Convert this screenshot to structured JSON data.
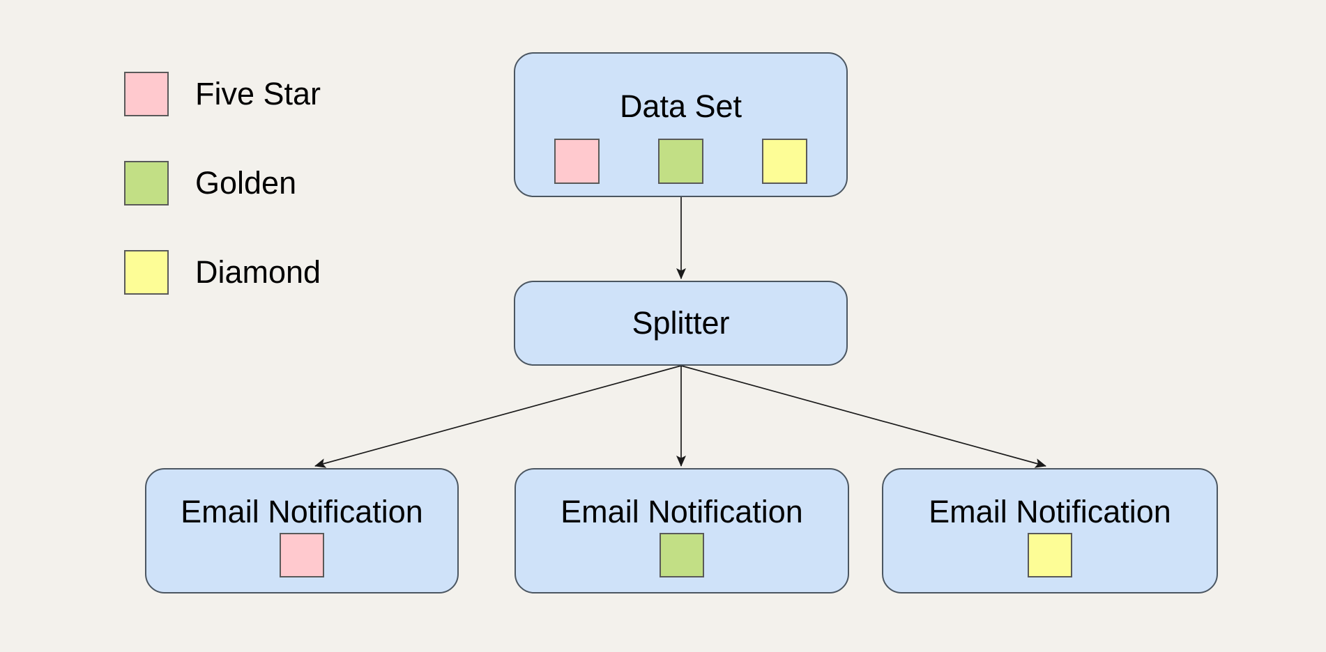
{
  "colors": {
    "background": "#f3f1ec",
    "node_fill": "#cfe2f9",
    "node_border": "#4b5661",
    "arrow": "#1a1a1a",
    "swatch_border": "#595959",
    "five_star": "#ffc9ce",
    "golden": "#c2df85",
    "diamond": "#fdfd96"
  },
  "legend": {
    "items": [
      {
        "label": "Five Star",
        "color": "#ffc9ce"
      },
      {
        "label": "Golden",
        "color": "#c2df85"
      },
      {
        "label": "Diamond",
        "color": "#fdfd96"
      }
    ]
  },
  "flow": {
    "dataset": {
      "label": "Data Set",
      "swatches": [
        "#ffc9ce",
        "#c2df85",
        "#fdfd96"
      ]
    },
    "splitter": {
      "label": "Splitter"
    },
    "emails": [
      {
        "label": "Email Notification",
        "swatch": "#ffc9ce"
      },
      {
        "label": "Email Notification",
        "swatch": "#c2df85"
      },
      {
        "label": "Email Notification",
        "swatch": "#fdfd96"
      }
    ]
  }
}
